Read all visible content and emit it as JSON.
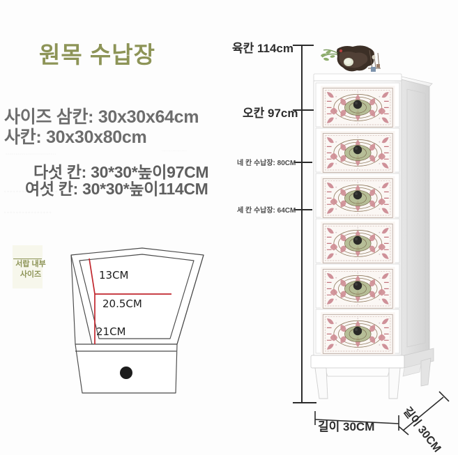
{
  "page": {
    "background_color": "#fdfdfd",
    "accent_green": "#8d9457",
    "line_color": "#2b2b2b",
    "measure_red": "#c0262d"
  },
  "left_panel": {
    "title": "원목 수납장",
    "sizes": [
      "사이즈 삼칸: 30x30x64cm",
      "사칸: 30x30x80cm",
      "다섯 칸: 30*30*높이97CM",
      "여섯 칸: 30*30*높이114CM"
    ],
    "ghost_rows": [
      "·························",
      "·········",
      "··············",
      "------------------",
      "----------------"
    ]
  },
  "drawer_diagram": {
    "chip_label_line1": "서랍 내부",
    "chip_label_line2": "사이즈",
    "measurements": [
      {
        "name": "depth-upper",
        "value": "13CM"
      },
      {
        "name": "depth-mid",
        "value": "20.5CM"
      },
      {
        "name": "depth-lower",
        "value": "21CM"
      }
    ]
  },
  "cabinet_measures": {
    "height_six": "육칸 114cm",
    "height_five": "오칸 97cm",
    "height_four": "네 칸 수납장: 80CM",
    "height_three": "세 칸 수납장: 64CM",
    "width_front": "길이 30CM",
    "depth_side": "길이 30CM"
  },
  "cabinet": {
    "drawer_count": 6,
    "body_color": "#ffffff",
    "knob_color": "#2a2a28",
    "ornament": "driftwood-ornament"
  }
}
